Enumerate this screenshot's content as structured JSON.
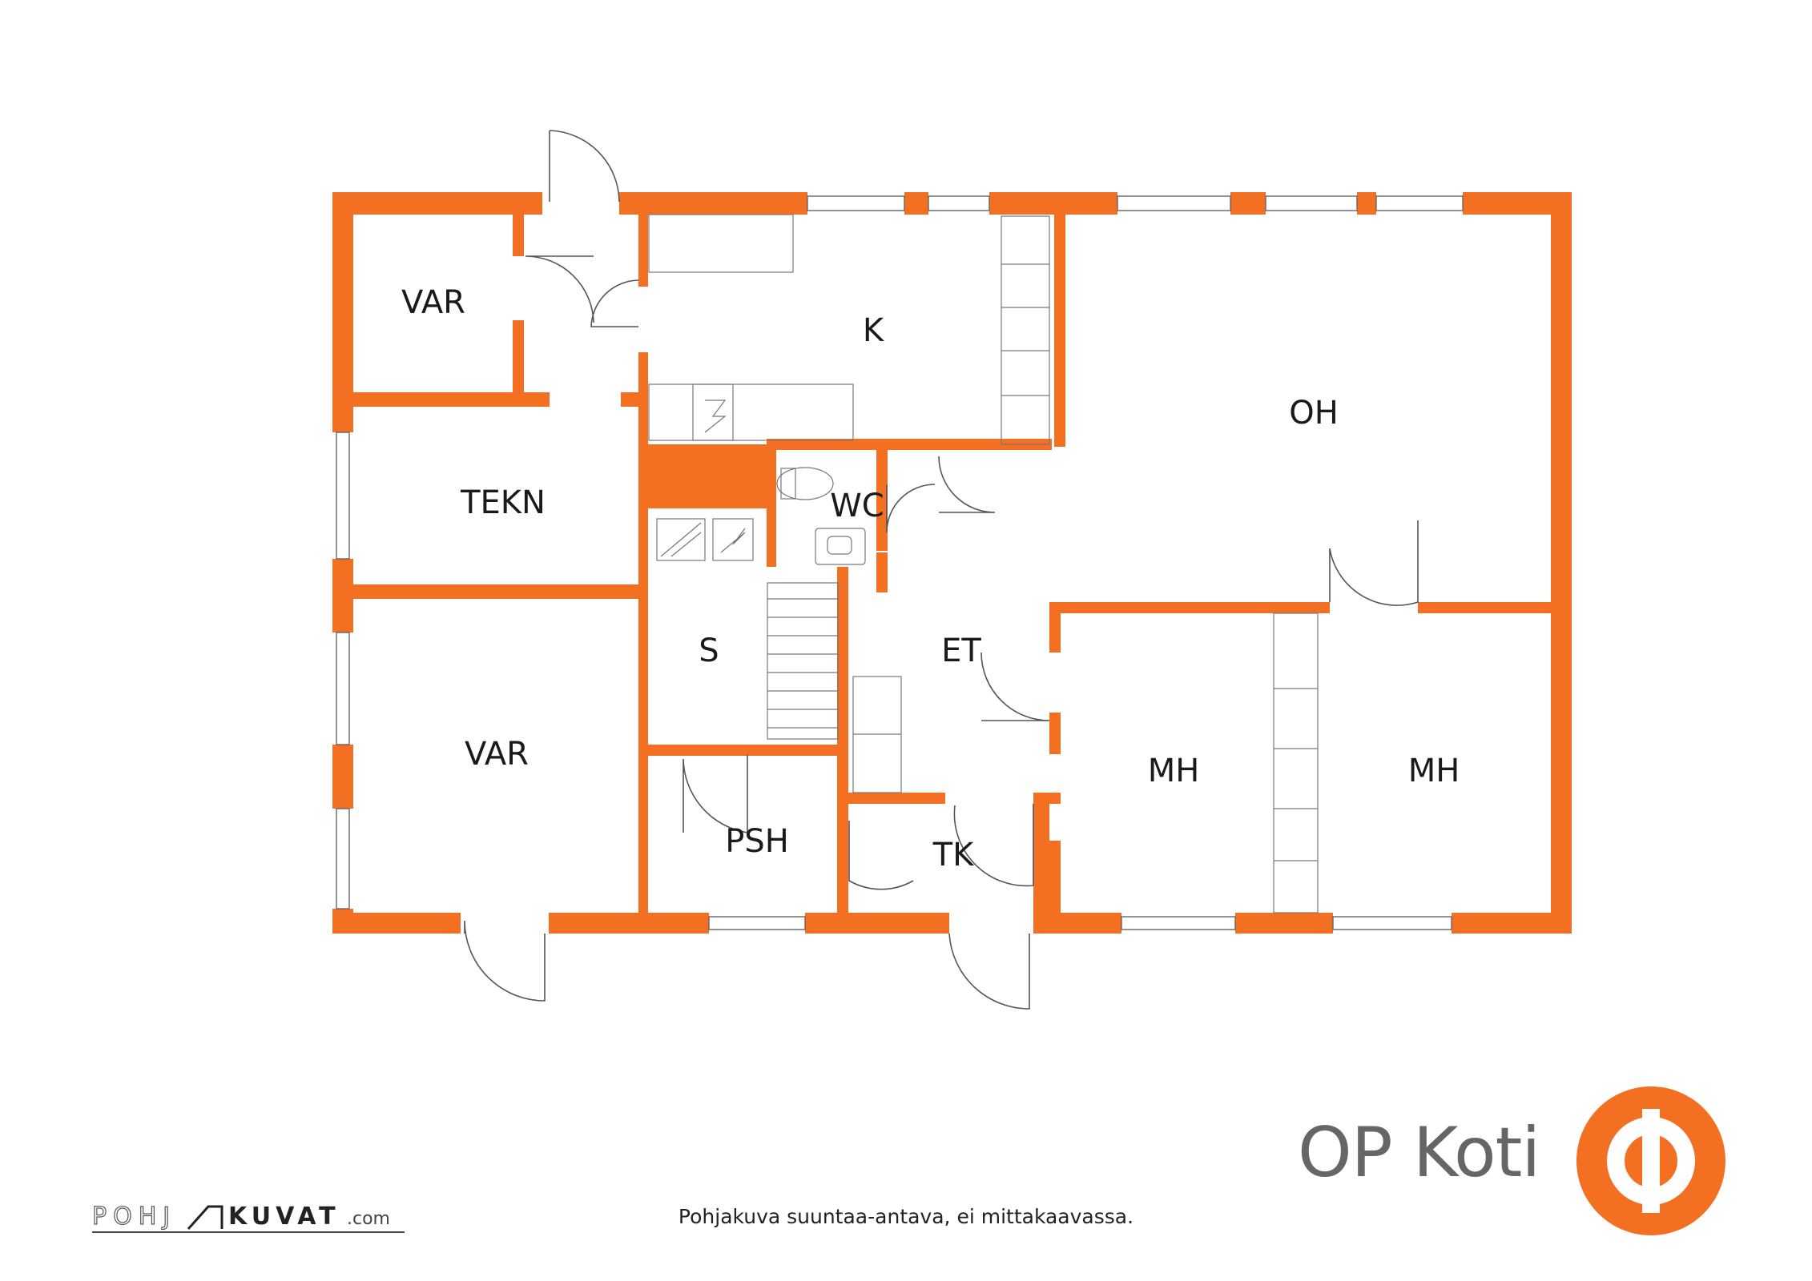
{
  "rooms": {
    "var_top": "VAR",
    "k": "K",
    "oh": "OH",
    "tekn": "TEKN",
    "wc": "WC",
    "s": "S",
    "et": "ET",
    "var_bottom": "VAR",
    "psh": "PSH",
    "tk": "TK",
    "mh_left": "MH",
    "mh_right": "MH"
  },
  "caption": "Pohjakuva suuntaa-antava, ei mittakaavassa.",
  "brand": {
    "name": "OP Koti",
    "logo_color": "#f36f21",
    "watermark_parts": [
      "POHJ",
      "KUVAT",
      ".com"
    ]
  },
  "colors": {
    "wall": "#f36f21"
  }
}
